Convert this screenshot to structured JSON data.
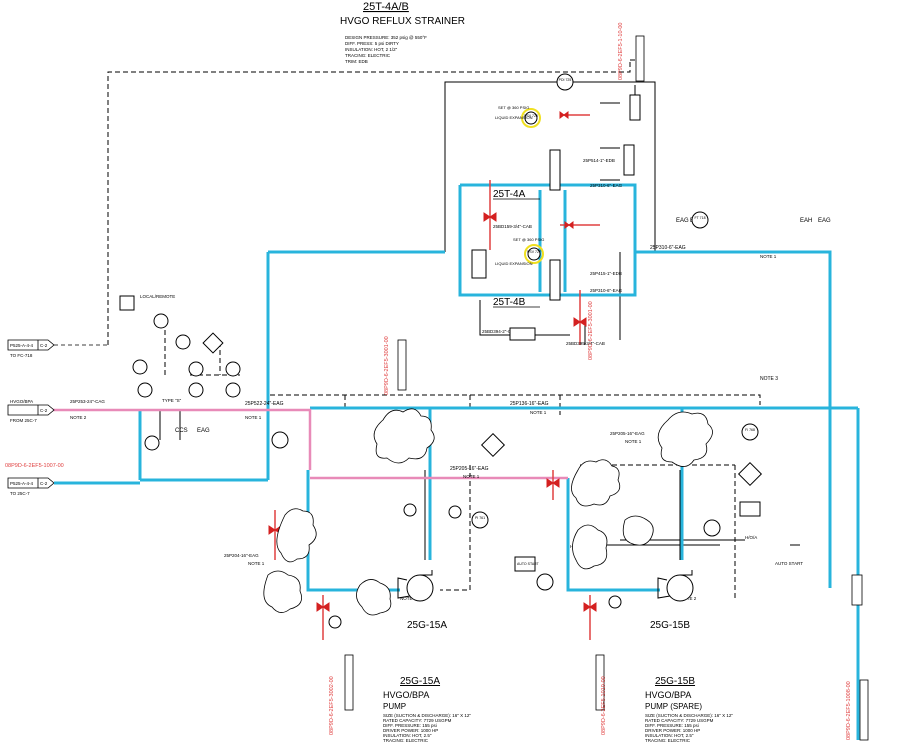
{
  "header": {
    "equip_tag": "25T-4A/B",
    "equip_name": "HVGO REFLUX STRAINER",
    "specs": [
      "DESIGN PRESSURE: 352 psig @ 550°F",
      "DIFF. PRESS: 5 psi DIRTY",
      "INSULATION: HOT, 2 1/2\"",
      "TRACING: ELECTRIC",
      "TRIM: EDB"
    ]
  },
  "strainers": {
    "a_label": "25T-4A",
    "b_label": "25T-4B",
    "psv_top": "PSV 726",
    "psv_bottom": "PSV 727",
    "set_text": "SET @ 360 PSIG",
    "liquid_exp": "LIQUID EXPANSION",
    "line_outlet": "25P310-6\"-EAG",
    "line_outlet_b": "25P310-6\"-EAG",
    "line_drain": "25BD394-2\"-CAB",
    "line_drain2": "25BD395-3/4\"-CAB",
    "line_bypass": "25BD159-3/4\"-CAB",
    "line_relief": "25P514-1\"-EDB",
    "line_relief_b": "25P415-1\"-EDB",
    "pdi": "PDI 725"
  },
  "main_lines": {
    "header_line": "25P136-16\"-EAG",
    "suction_a": "25P205-16\"-EAG",
    "suction_b": "25P205-16\"-EAG",
    "return_line": "25P310-6\"-EAG",
    "return_vert": "25P310-6\"-EAG",
    "feed_line": "25P522-24\"-EAG",
    "feed_in": "25P253-24\"-CAG",
    "pump_a_line": "25P204-16\"-EAG",
    "note_1": "NOTE 1",
    "note_2": "NOTE 2",
    "note_3": "NOTE 3",
    "eag": "EAG",
    "eah": "EAH",
    "ccs": "CCS",
    "type_s": "TYPE \"S\""
  },
  "offpage": [
    {
      "tag": "P525-A-4-4",
      "sub": "TO FC-718",
      "box": "C-2"
    },
    {
      "tag": "P525-A-4-4",
      "sub": "TO 25C-7",
      "box": "C-2"
    },
    {
      "tag": "HVGO/BPA",
      "sub": "FROM 25C-7",
      "box": "C-2"
    }
  ],
  "instruments": {
    "local_remote": "LOCAL/REMOTE",
    "ft_718": "FT 718",
    "fi_768": "FI 768",
    "pi_761": "PI 761",
    "ti_762": "TI 762",
    "pi_763": "PI 763",
    "pi_764": "PI 764",
    "auto_start": "AUTO START",
    "hoa": "H/O/A"
  },
  "pumps": [
    {
      "tag": "25G-15A",
      "tag_big": "25G-15A",
      "service": "HVGO/BPA",
      "type": "PUMP",
      "specs": [
        "SIZE (SUCTION & DISCHARGE): 16\" X 12\"",
        "RATED CAPACITY: 7729 USGPM",
        "DIFF. PRESSURE: 155 psi",
        "DRIVER POWER: 1000 HP",
        "INSULATION: HOT, 2.5\"",
        "TRACING: ELECTRIC"
      ]
    },
    {
      "tag": "25G-15B",
      "tag_big": "25G-15B",
      "service": "HVGO/BPA",
      "type": "PUMP (SPARE)",
      "specs": [
        "SIZE (SUCTION & DISCHARGE): 16\" X 12\"",
        "RATED CAPACITY: 7729 USGPM",
        "DIFF. PRESSURE: 155 psi",
        "DRIVER POWER: 1000 HP",
        "INSULATION: HOT, 2.5\"",
        "TRACING: ELECTRIC"
      ]
    }
  ],
  "red_refs": [
    "08P9D-6-2EF5-1-10-00",
    "08P9D-6-2EF5-1007-00",
    "08P9D-6-2EF5-3001-00",
    "08P9D-6-2EF5-3002-00",
    "08P9D-6-2EF5-1010-00",
    "08P9D-6-2EF5-1008-00",
    "08P9D-6-2EF5-3001-00"
  ],
  "colors": {
    "process_blue": "#28b4dc",
    "process_pink": "#e88ab8",
    "valve_red": "#d42020",
    "highlight_yellow": "#f0e020"
  }
}
